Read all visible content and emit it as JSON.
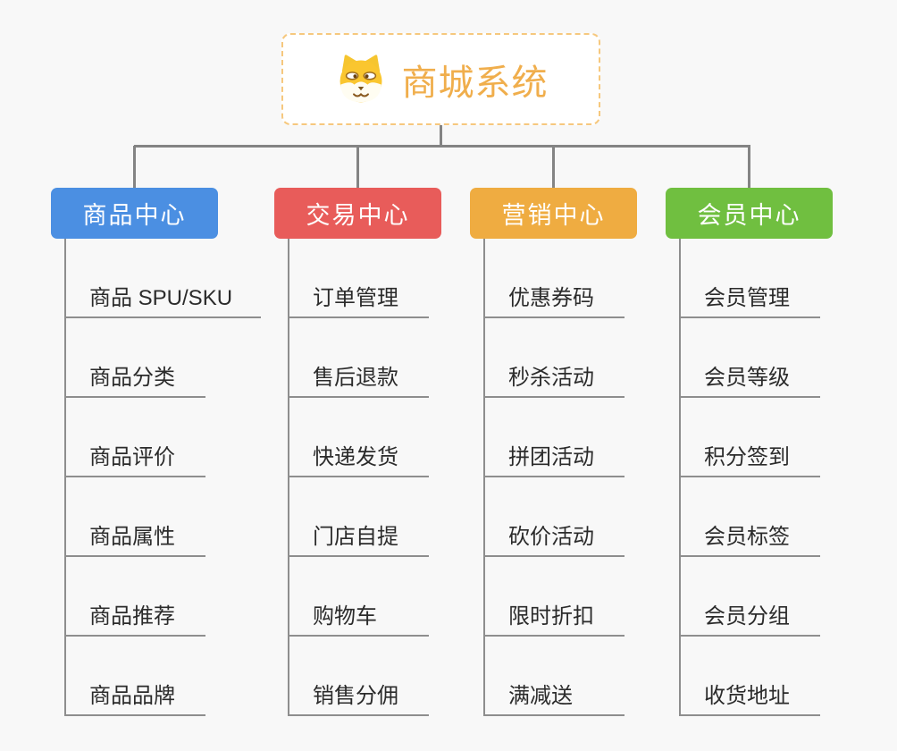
{
  "root": {
    "title": "商城系统",
    "icon": "dog-icon"
  },
  "branches": [
    {
      "label": "商品中心",
      "color": "#4B8FE2",
      "items": [
        "商品 SPU/SKU",
        "商品分类",
        "商品评价",
        "商品属性",
        "商品推荐",
        "商品品牌"
      ]
    },
    {
      "label": "交易中心",
      "color": "#E85C5A",
      "items": [
        "订单管理",
        "售后退款",
        "快递发货",
        "门店自提",
        "购物车",
        "销售分佣"
      ]
    },
    {
      "label": "营销中心",
      "color": "#EFAC41",
      "items": [
        "优惠券码",
        "秒杀活动",
        "拼团活动",
        "砍价活动",
        "限时折扣",
        "满减送"
      ]
    },
    {
      "label": "会员中心",
      "color": "#70BF40",
      "items": [
        "会员管理",
        "会员等级",
        "积分签到",
        "会员标签",
        "会员分组",
        "收货地址"
      ]
    }
  ],
  "colors": {
    "connector": "#848484",
    "line": "#8E8E8E",
    "text": "#2B2B2B",
    "bg": "#F8F8F8",
    "root_border": "#F6C87E",
    "root_title": "#F0AE4C",
    "node_text": "#FFFFFF"
  }
}
